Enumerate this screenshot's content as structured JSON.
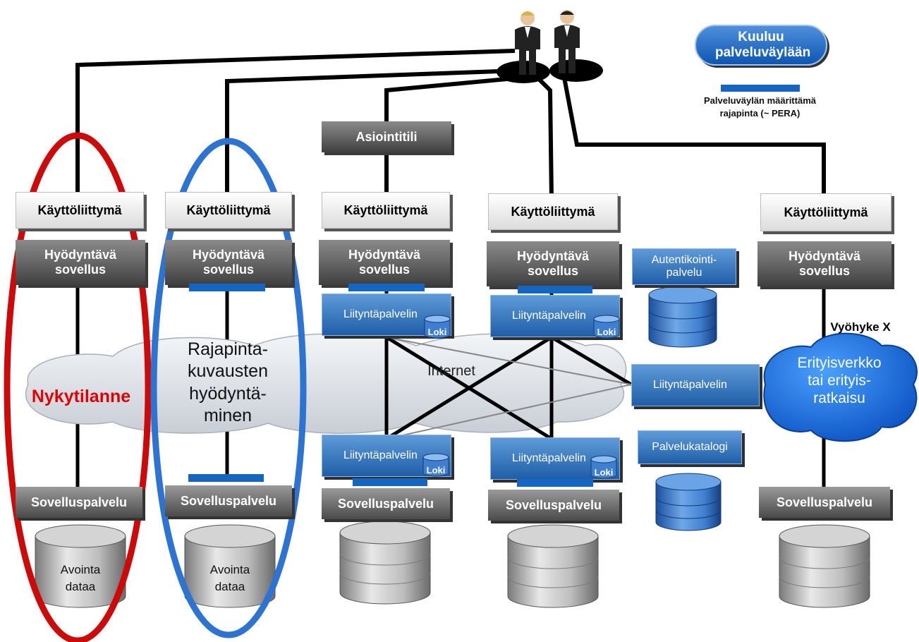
{
  "legend": {
    "badge_label": "Kuuluu palveluväylään",
    "line_label": "Palveluväylän  määrittämä rajapinta  (~ PERA)"
  },
  "asiointitili": "Asiointitili",
  "columns": [
    {
      "ui": "Käyttöliittymä",
      "app": "Hyödyntävä sovellus",
      "service": "Sovelluspalvelu",
      "data": "Avointa dataa"
    },
    {
      "ui": "Käyttöliittymä",
      "app": "Hyödyntävä sovellus",
      "service": "Sovelluspalvelu",
      "data": "Avointa dataa"
    },
    {
      "ui": "Käyttöliittymä",
      "app": "Hyödyntävä sovellus",
      "service": "Sovelluspalvelu"
    },
    {
      "ui": "Käyttöliittymä",
      "app": "Hyödyntävä sovellus",
      "service": "Sovelluspalvelu"
    },
    {
      "ui": "Käyttöliittymä",
      "app": "Hyödyntävä sovellus",
      "service": "Sovelluspalvelu"
    }
  ],
  "adapter_label": "Liityntäpalvelin",
  "loki_label": "Loki",
  "auth_service": "Autentikointi-palvelu",
  "service_catalog": "Palvelukatalogi",
  "internet_label": "Internet",
  "current_state_label": "Nykytilanne",
  "interface_use_label": "Rajapinta-kuvausten hyödyntä-minen",
  "zone_label": "Vyöhyke X",
  "special_network": "Erityisverkko tai erityis-ratkaisu",
  "colors": {
    "accent_blue": "#1466c2",
    "current_ellipse": "#cc0a0a",
    "interface_ellipse": "#2c73d2",
    "dark_gray": "#4a4a4a"
  }
}
